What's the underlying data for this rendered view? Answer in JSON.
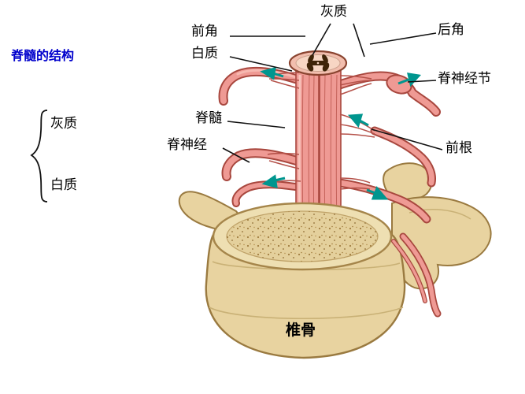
{
  "page": {
    "title": "脊髓的结构"
  },
  "side_legend": {
    "gray": "灰质",
    "white": "白质"
  },
  "labels": {
    "gray_matter": "灰质",
    "anterior_horn": "前角",
    "white_matter": "白质",
    "posterior_horn": "后角",
    "spinal_ganglion": "脊神经节",
    "spinal_cord": "脊髓",
    "spinal_nerve": "脊神经",
    "anterior_root": "前根",
    "vertebra": "椎骨"
  },
  "colors": {
    "title_blue": "#0000cc",
    "label_black": "#000000",
    "bone_fill": "#e8d3a0",
    "bone_top_fill": "#eedfb2",
    "bone_spongy_fill": "#e4d09c",
    "bone_outline": "#9a7a40",
    "cord_fill": "#ef9a94",
    "cord_outline": "#a8473e",
    "cord_highlight": "#f8c4bc",
    "gray_matter_fill": "#3f2408",
    "cut_surface_fill": "#f2beae",
    "arrow_teal": "#00968f",
    "leader_line": "#111111"
  }
}
